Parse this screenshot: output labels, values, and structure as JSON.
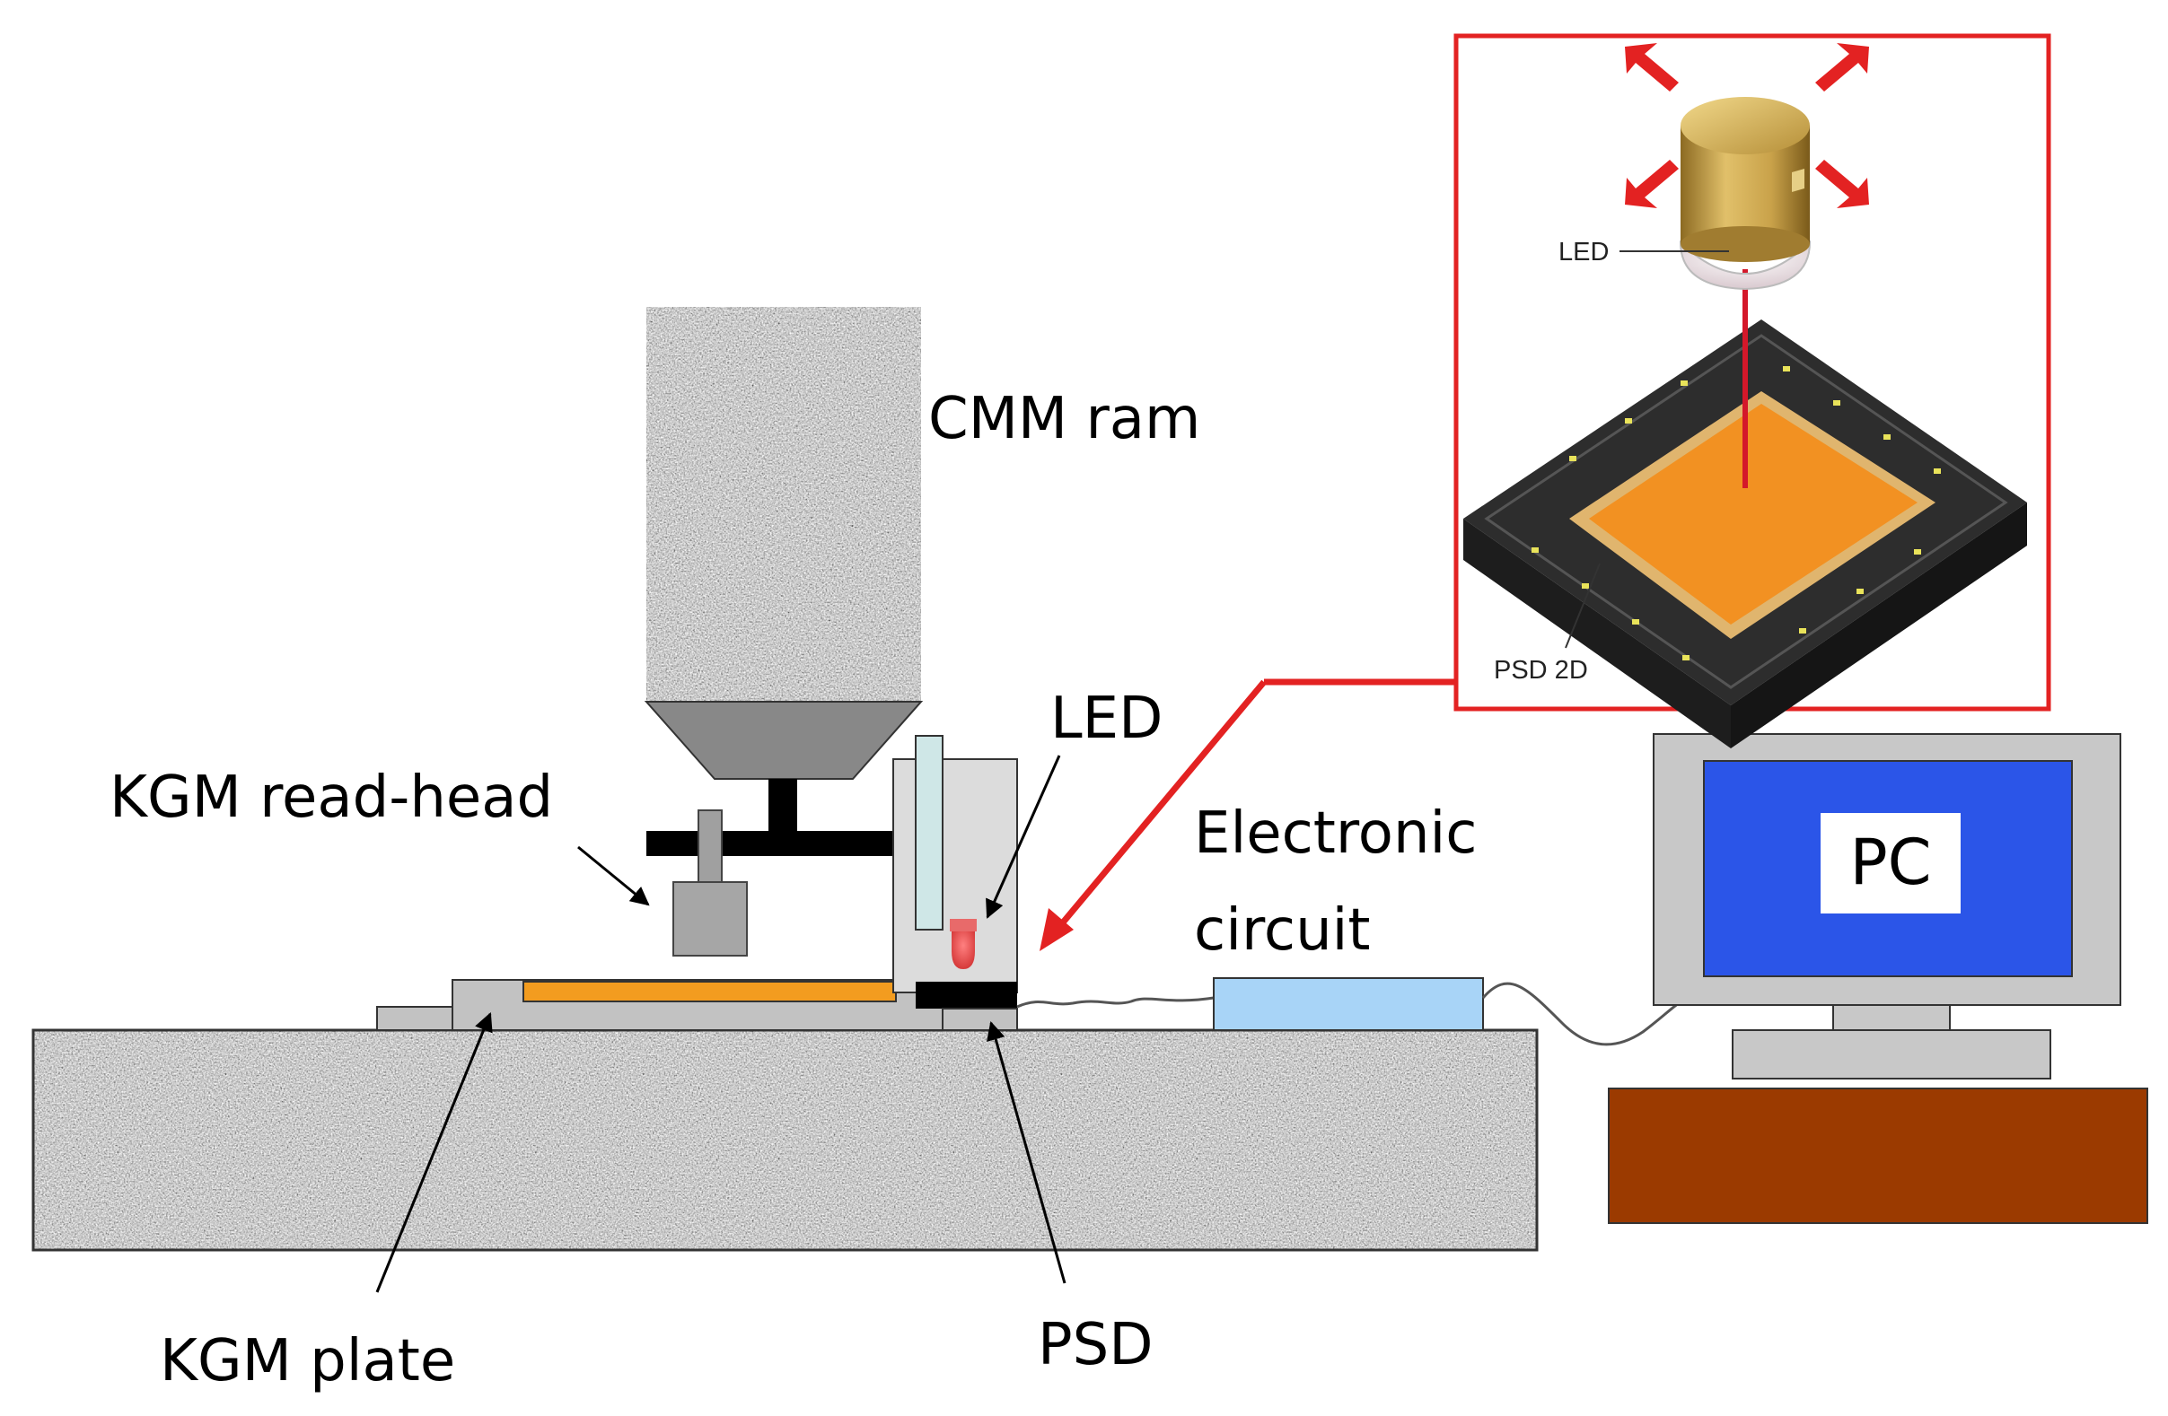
{
  "labels": {
    "cmm_ram": "CMM ram",
    "led": "LED",
    "kgm_read_head": "KGM read-head",
    "electronic_1": "Electronic",
    "electronic_2": "circuit",
    "pc": "PC",
    "kgm_plate": "KGM plate",
    "psd": "PSD"
  },
  "inset": {
    "led": "LED",
    "psd_2d": "PSD 2D"
  },
  "colors": {
    "granite_base": "#8a8a8a",
    "orange_scale": "#f39c1f",
    "psd_black": "#000000",
    "circuit_blue": "#a8d4f7",
    "screen_blue": "#2b55e8",
    "monitor_gray": "#c8c8c8",
    "desk_brown": "#9b3a00",
    "highlight_red": "#e32222",
    "led_gold": "#c9a24a",
    "chip_dark": "#2d2d2d"
  }
}
